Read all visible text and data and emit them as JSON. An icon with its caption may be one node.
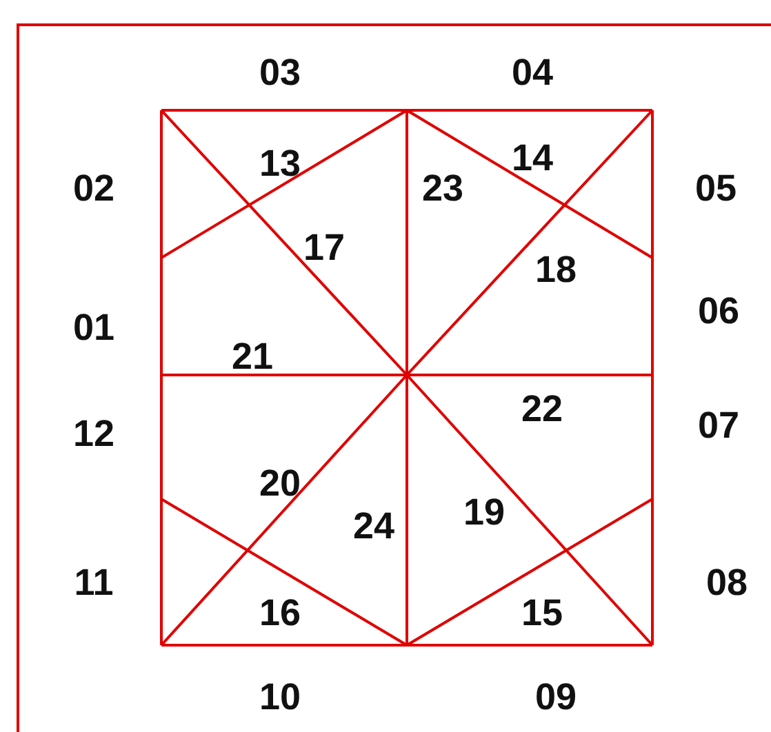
{
  "diagram": {
    "labels": [
      "03",
      "04",
      "14",
      "13",
      "02",
      "05",
      "23",
      "17",
      "18",
      "06",
      "01",
      "21",
      "22",
      "07",
      "12",
      "20",
      "19",
      "24",
      "11",
      "08",
      "16",
      "15",
      "10",
      "09"
    ]
  }
}
